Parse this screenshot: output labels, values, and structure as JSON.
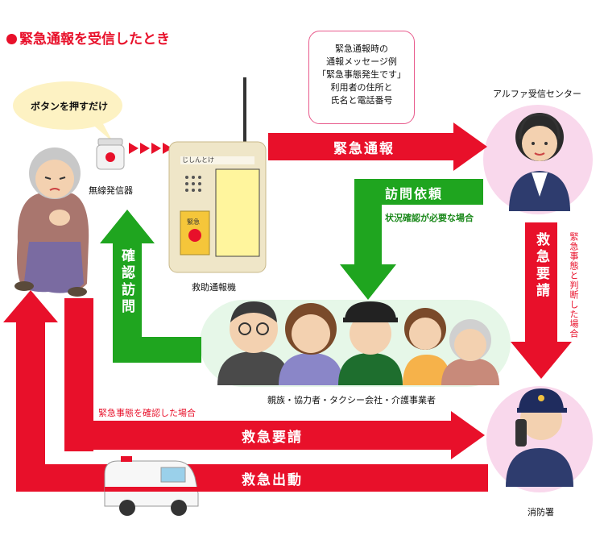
{
  "title": "緊急通報を受信したとき",
  "speech_bubble": "ボタンを押すだけ",
  "labels": {
    "transmitter": "無線発信器",
    "rescue_device": "救助通報機",
    "alpha_center": "アルファ受信センター",
    "family_group": "親族・協力者・タクシー会社・介護事業者",
    "fire_station": "消防署"
  },
  "message_box": [
    "緊急通報時の",
    "通報メッセージ例",
    "「緊急事態発生です」",
    "利用者の住所と",
    "氏名と電話番号"
  ],
  "arrows": {
    "emergency_report": "緊急通報",
    "visit_request": "訪問依頼",
    "confirm_visit": "確認訪問",
    "rescue_request_vertical": "救急要請",
    "rescue_request": "救急要請",
    "rescue_dispatch": "救急出動"
  },
  "notes": {
    "if_needed": "状況確認が必要な場合",
    "judged_emergency": "緊急事態と判断した場合",
    "confirmed_emergency": "緊急事態を確認した場合"
  },
  "device_text": {
    "brand": "じしんとけ",
    "button": "緊急"
  },
  "colors": {
    "red": "#e8102a",
    "green": "#1fa51f",
    "pink_bg": "#f9d8ec",
    "green_bg": "#e6f7e8"
  }
}
